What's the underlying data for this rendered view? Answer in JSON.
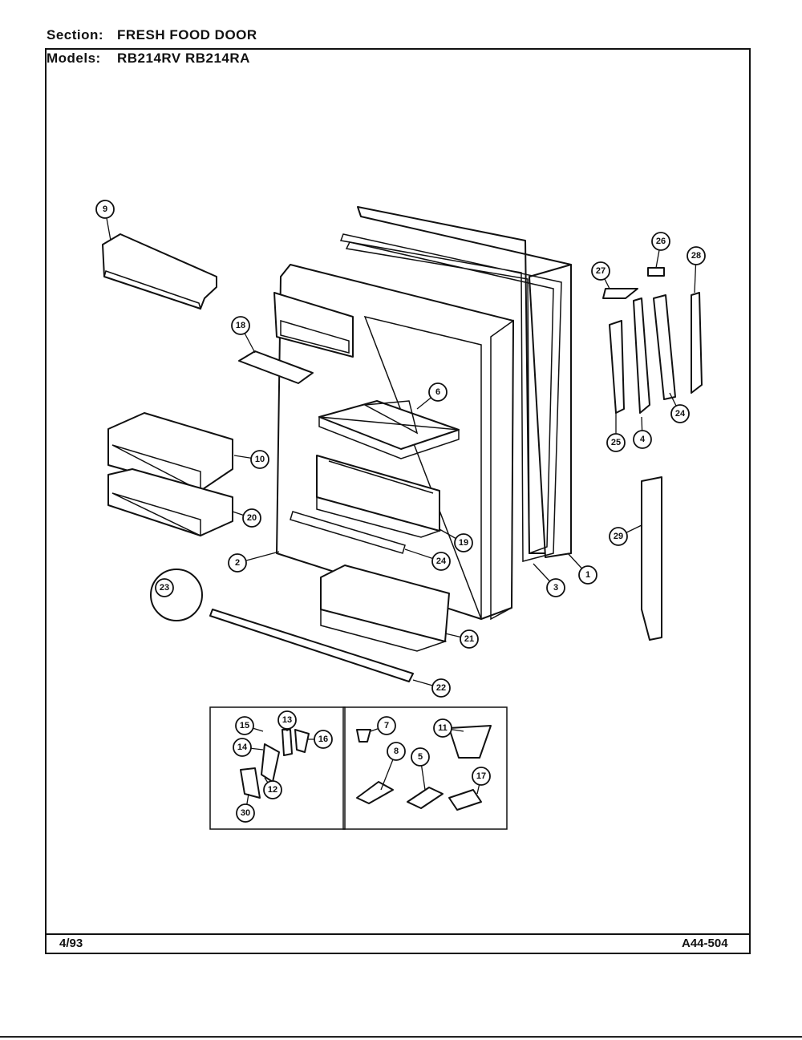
{
  "header": {
    "section_label": "Section:",
    "section_value": "FRESH FOOD DOOR",
    "models_label": "Models:",
    "models_value": "RB214RV  RB214RA"
  },
  "footer": {
    "date": "4/93",
    "diagram_code": "A44-504"
  },
  "callouts": [
    "1",
    "2",
    "3",
    "4",
    "5",
    "6",
    "7",
    "8",
    "9",
    "10",
    "11",
    "12",
    "13",
    "14",
    "15",
    "16",
    "17",
    "18",
    "19",
    "20",
    "21",
    "22",
    "23",
    "24",
    "25",
    "26",
    "27",
    "28",
    "29",
    "30"
  ]
}
